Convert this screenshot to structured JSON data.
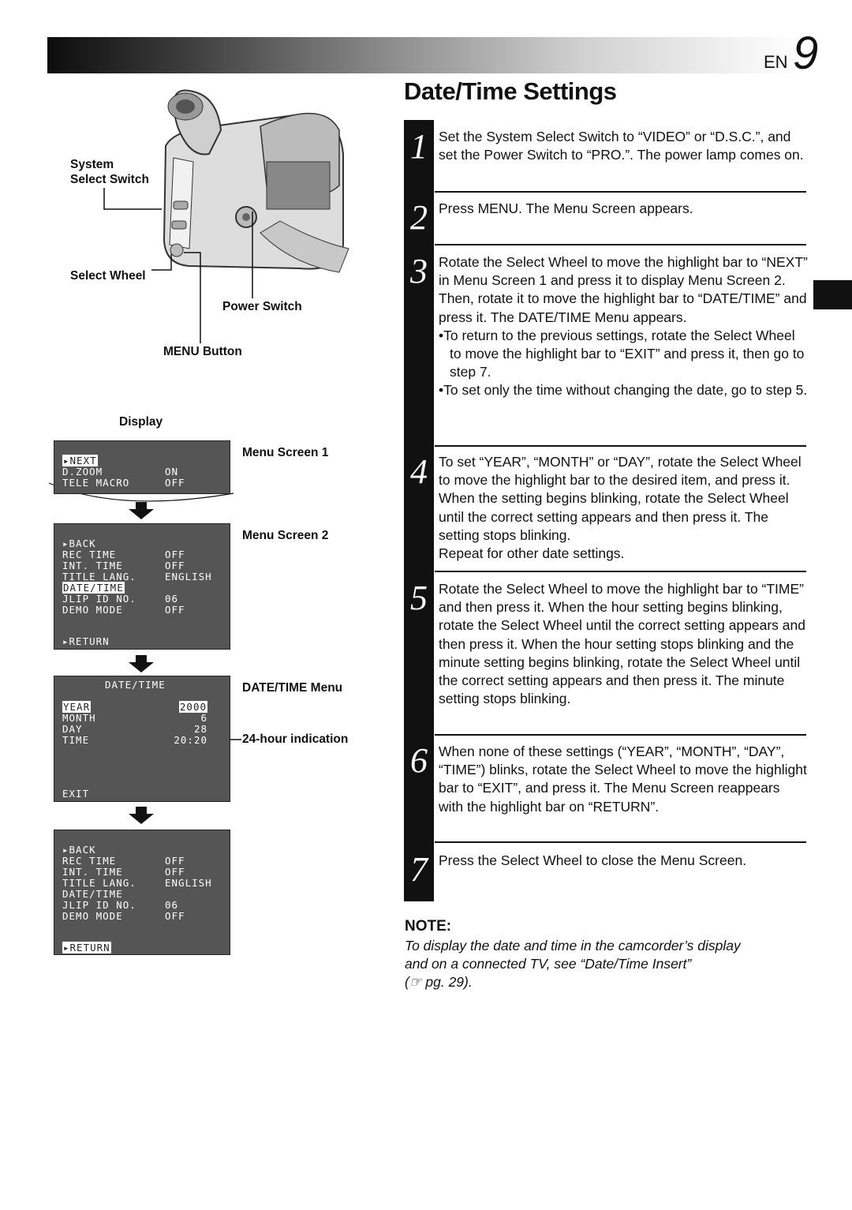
{
  "header": {
    "page_prefix": "EN",
    "page_number": "9"
  },
  "title": "Date/Time Settings",
  "diagram": {
    "labels": {
      "system_switch": [
        "System",
        "Select Switch"
      ],
      "select_wheel": "Select Wheel",
      "power_switch": "Power Switch",
      "menu_button": "MENU Button",
      "display": "Display",
      "menu_screen_1": "Menu Screen 1",
      "menu_screen_2": "Menu Screen 2",
      "date_time_menu": "DATE/TIME Menu",
      "hour_indication": "24-hour indication"
    },
    "screen1": {
      "rows": [
        {
          "label": "▸NEXT",
          "value": "",
          "highlight": true
        },
        {
          "label": "D.ZOOM",
          "value": "ON"
        },
        {
          "label": "TELE MACRO",
          "value": "OFF"
        }
      ]
    },
    "screen2": {
      "rows": [
        {
          "label": "▸BACK",
          "value": ""
        },
        {
          "label": "REC TIME",
          "value": "OFF"
        },
        {
          "label": "INT. TIME",
          "value": "OFF"
        },
        {
          "label": "TITLE LANG.",
          "value": "ENGLISH"
        },
        {
          "label": "DATE/TIME",
          "value": "",
          "highlight": true
        },
        {
          "label": "JLIP ID NO.",
          "value": "06"
        },
        {
          "label": "DEMO MODE",
          "value": "OFF"
        }
      ],
      "footer": "▸RETURN"
    },
    "screen3": {
      "header": "DATE/TIME",
      "rows": [
        {
          "label": "YEAR",
          "value": "2000",
          "highlight": true
        },
        {
          "label": "MONTH",
          "value": "6"
        },
        {
          "label": "DAY",
          "value": "28"
        },
        {
          "label": "TIME",
          "value": "20:20"
        }
      ],
      "footer": "EXIT"
    },
    "screen4": {
      "rows": [
        {
          "label": "▸BACK",
          "value": ""
        },
        {
          "label": "REC TIME",
          "value": "OFF"
        },
        {
          "label": "INT. TIME",
          "value": "OFF"
        },
        {
          "label": "TITLE LANG.",
          "value": "ENGLISH"
        },
        {
          "label": "DATE/TIME",
          "value": ""
        },
        {
          "label": "JLIP ID NO.",
          "value": "06"
        },
        {
          "label": "DEMO MODE",
          "value": "OFF"
        }
      ],
      "footer": "▸RETURN"
    }
  },
  "steps": [
    {
      "num": "1",
      "paras": [
        "Set the System Select Switch to “VIDEO” or “D.S.C.”, and set the Power Switch to “PRO.”. The power lamp comes on."
      ]
    },
    {
      "num": "2",
      "paras": [
        "Press MENU. The Menu Screen appears."
      ]
    },
    {
      "num": "3",
      "paras": [
        "Rotate the Select Wheel to move the highlight bar to “NEXT” in Menu Screen 1 and press it to display Menu Screen 2. Then, rotate it to move the highlight bar to “DATE/TIME” and press it. The DATE/TIME Menu appears."
      ],
      "bullets": [
        "•To return to the previous settings, rotate the Select Wheel to move the highlight bar to “EXIT” and press it, then go to step 7.",
        "•To set only the time without changing the date, go to step 5."
      ]
    },
    {
      "num": "4",
      "paras": [
        "To set “YEAR”, “MONTH” or “DAY”, rotate the Select Wheel to move the highlight bar to the desired item, and press it. When the setting begins blinking, rotate the Select Wheel until the correct setting appears and then press it. The setting stops blinking.",
        "Repeat for other date settings."
      ]
    },
    {
      "num": "5",
      "paras": [
        "Rotate the Select Wheel to move the highlight bar to “TIME” and then press it. When the hour setting begins blinking, rotate the Select Wheel until the correct setting appears and then press it. When the hour setting stops blinking and the minute setting begins blinking, rotate the Select Wheel until the correct setting appears and then press it. The minute setting stops blinking."
      ]
    },
    {
      "num": "6",
      "paras": [
        "When none of these settings (“YEAR”, “MONTH”, “DAY”, “TIME”) blinks, rotate the Select Wheel to move the highlight bar to “EXIT”, and press it. The Menu Screen reappears with the highlight bar on “RETURN”."
      ]
    },
    {
      "num": "7",
      "paras": [
        "Press the Select Wheel to close the Menu Screen."
      ]
    }
  ],
  "note": {
    "heading": "NOTE:",
    "lines": [
      "To display the date and time in the camcorder’s display",
      "and on a connected TV, see “Date/Time Insert”",
      "(☞ pg. 29)."
    ]
  }
}
